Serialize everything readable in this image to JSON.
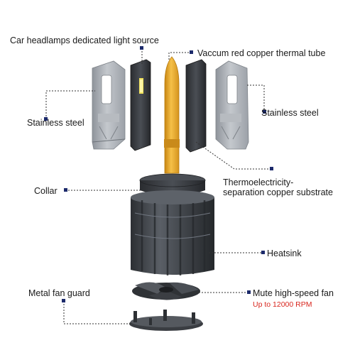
{
  "labels": {
    "light_source": "Car headlamps dedicated light source",
    "thermal_tube": "Vaccum red copper thermal tube",
    "steel_left": "Stainless steel",
    "steel_right": "Stainless steel",
    "collar": "Collar",
    "substrate_line1": "Thermoelectricity-",
    "substrate_line2": "separation copper substrate",
    "heatsink": "Heatsink",
    "fan_guard": "Metal fan guard",
    "fan": "Mute high-speed fan",
    "fan_speed": "Up to 12000 RPM"
  },
  "colors": {
    "copper_tube": "#e8a530",
    "steel": "#a9adb3",
    "substrate": "#2b2b2b",
    "heatsink": "#3a3d42",
    "marker": "#1c2a6b",
    "highlight_text": "#d8261e"
  }
}
